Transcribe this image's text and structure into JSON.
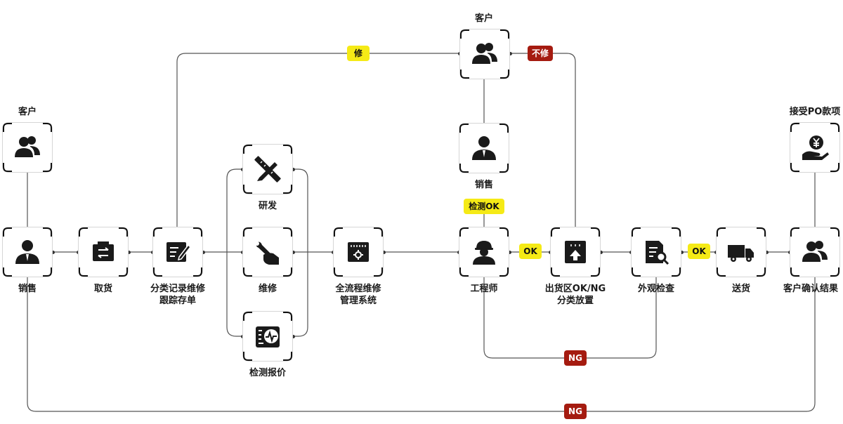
{
  "nodes": {
    "customer_left": {
      "label_above": "客户",
      "icon": "customer-icon"
    },
    "sales_left": {
      "label_below": "销售",
      "icon": "salesperson-icon"
    },
    "pickup": {
      "label_below": "取货",
      "icon": "pickup-icon"
    },
    "classify": {
      "label_below_1": "分类记录维修",
      "label_below_2": "跟踪存单",
      "icon": "edit-record-icon"
    },
    "rnd": {
      "label_below": "研发",
      "icon": "ruler-pencil-icon"
    },
    "repair": {
      "label_below": "维修",
      "icon": "wrench-hand-icon"
    },
    "inspect_quote": {
      "label_below": "检测报价",
      "icon": "test-report-icon"
    },
    "system": {
      "label_below_1": "全流程维修",
      "label_below_2": "管理系统",
      "icon": "management-system-icon"
    },
    "customer_top": {
      "label_above": "客户",
      "icon": "customer-icon"
    },
    "sales_mid": {
      "label_below": "销售",
      "icon": "salesperson-icon"
    },
    "engineer": {
      "label_below": "工程师",
      "icon": "engineer-icon"
    },
    "shipping": {
      "label_below_1": "出货区OK/NG",
      "label_below_2": "分类放置",
      "icon": "shipping-box-icon"
    },
    "visual_check": {
      "label_below": "外观检查",
      "icon": "document-search-icon"
    },
    "delivery": {
      "label_below": "送货",
      "icon": "truck-icon"
    },
    "po": {
      "label_above": "接受PO款项",
      "icon": "yuan-payment-icon"
    },
    "confirm": {
      "label_below": "客户确认结果",
      "icon": "customer-icon"
    }
  },
  "badges": {
    "repair": "修",
    "no_repair": "不修",
    "test_ok": "检测OK",
    "ok_1": "OK",
    "ok_2": "OK",
    "ng_1": "NG",
    "ng_2": "NG"
  },
  "colors": {
    "badge_yellow": "#f5ea16",
    "badge_red": "#a51b10",
    "icon_fill": "#1a1a1a",
    "line": "#555555"
  }
}
